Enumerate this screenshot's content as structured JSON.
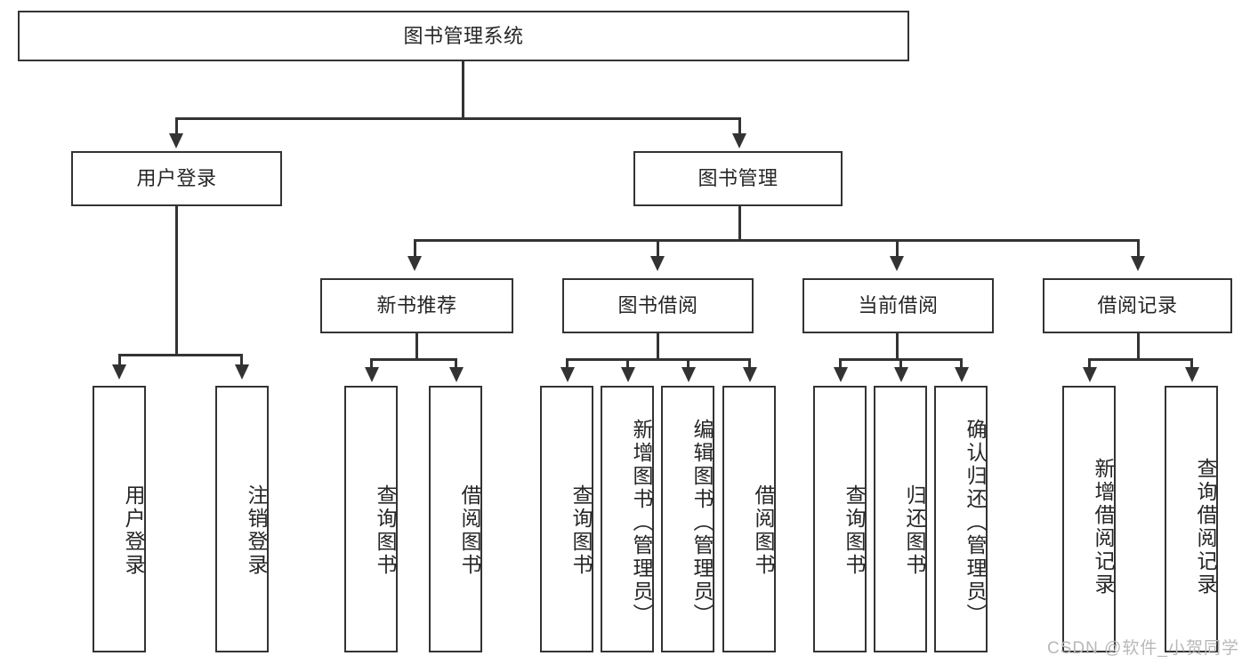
{
  "diagram": {
    "type": "tree-hierarchy",
    "title": "图书管理系统",
    "root": {
      "label": "图书管理系统"
    },
    "level2": [
      {
        "label": "用户登录"
      },
      {
        "label": "图书管理"
      }
    ],
    "level3": [
      {
        "label": "新书推荐"
      },
      {
        "label": "图书借阅"
      },
      {
        "label": "当前借阅"
      },
      {
        "label": "借阅记录"
      }
    ],
    "leaves": {
      "user_login": [
        {
          "label": "用户登录"
        },
        {
          "label": "注销登录"
        }
      ],
      "new_book_recommend": [
        {
          "label": "查询图书"
        },
        {
          "label": "借阅图书"
        }
      ],
      "book_borrow": [
        {
          "label": "查询图书"
        },
        {
          "label": "新增图书（管理员）"
        },
        {
          "label": "编辑图书（管理员）"
        },
        {
          "label": "借阅图书"
        }
      ],
      "current_borrow": [
        {
          "label": "查询图书"
        },
        {
          "label": "归还图书"
        },
        {
          "label": "确认归还（管理员）"
        }
      ],
      "borrow_record": [
        {
          "label": "新增借阅记录"
        },
        {
          "label": "查询借阅记录"
        }
      ]
    }
  },
  "watermark": {
    "text": "CSDN @软件_小贺同学"
  },
  "colors": {
    "border": "#333333",
    "background": "#ffffff",
    "text": "#262626",
    "watermark": "#b8b8b8"
  }
}
